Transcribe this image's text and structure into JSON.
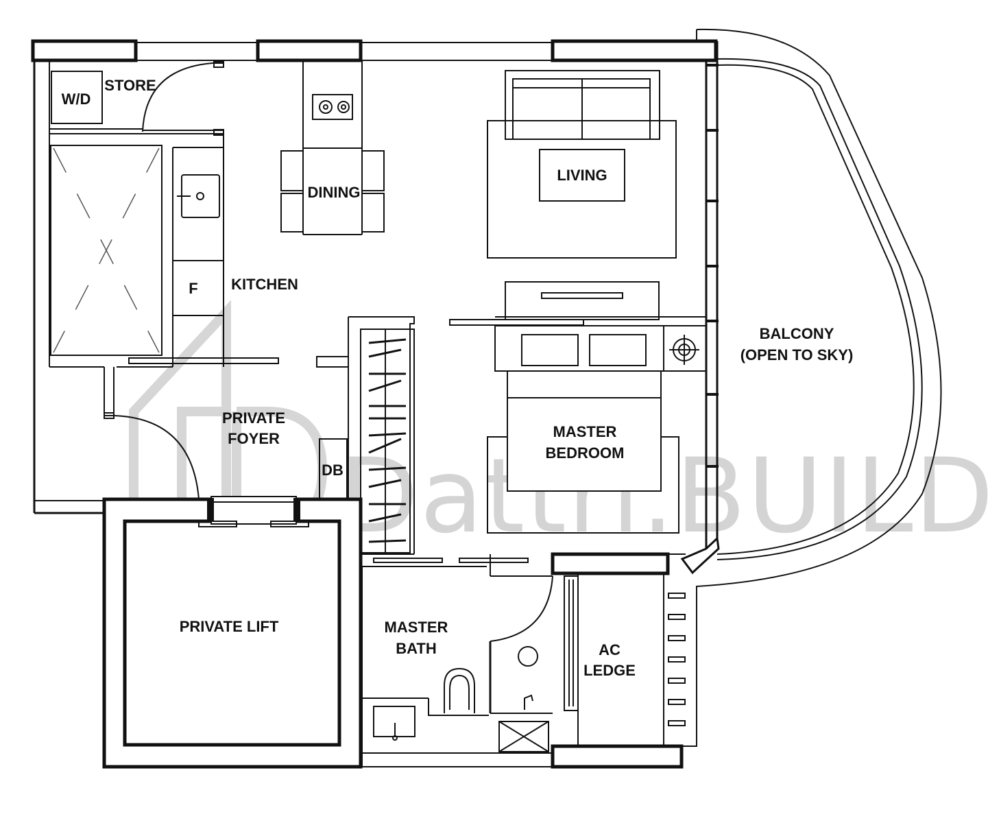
{
  "rooms": {
    "store": "STORE",
    "wd": "W/D",
    "dining": "DINING",
    "living": "LIVING",
    "kitchen": "KITCHEN",
    "fridge": "F",
    "balcony_line1": "BALCONY",
    "balcony_line2": "(OPEN TO SKY)",
    "foyer_line1": "PRIVATE",
    "foyer_line2": "FOYER",
    "db": "DB",
    "master_bedroom_line1": "MASTER",
    "master_bedroom_line2": "BEDROOM",
    "private_lift": "PRIVATE LIFT",
    "master_bath_line1": "MASTER",
    "master_bath_line2": "BATH",
    "ac_ledge_line1": "AC",
    "ac_ledge_line2": "LEDGE"
  },
  "watermark": {
    "text": "Dattri.BUILD"
  }
}
